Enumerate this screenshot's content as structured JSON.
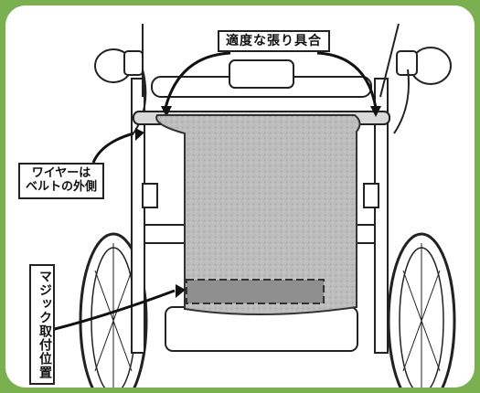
{
  "labels": {
    "tension": "適度な張り具合",
    "wire_line1": "ワイヤーは",
    "wire_line2": "ベルトの外側",
    "magic": "マジック取付位置"
  },
  "colors": {
    "border_green": "#7ab050",
    "bag_gray": "#b9b9b9",
    "line_black": "#222222",
    "dashed_area": "#8a8a8a"
  }
}
